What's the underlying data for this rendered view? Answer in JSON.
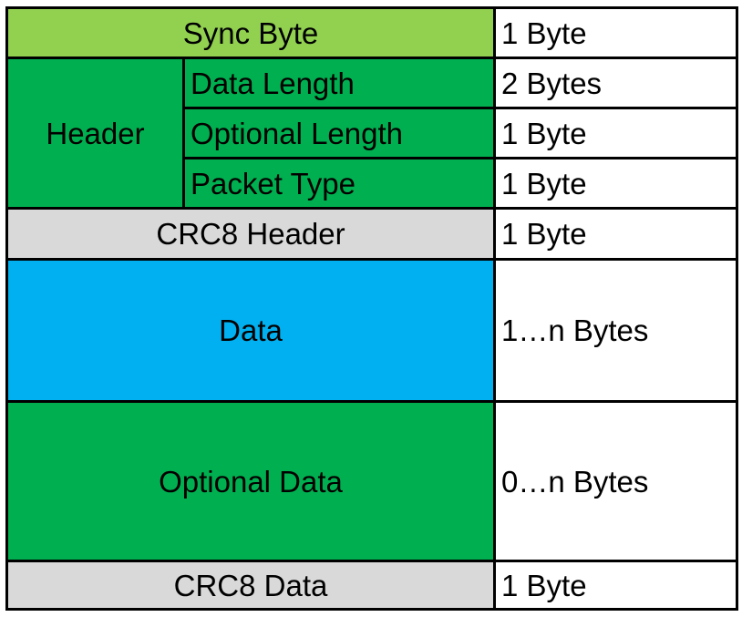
{
  "packet_structure": {
    "rows": [
      {
        "field": "Sync Byte",
        "size": "1 Byte",
        "fill": "#92d050"
      },
      {
        "group": "Header",
        "group_fill": "#00b050",
        "subfields": [
          {
            "field": "Data Length",
            "size": "2 Bytes",
            "fill": "#00b050"
          },
          {
            "field": "Optional Length",
            "size": "1 Byte",
            "fill": "#00b050"
          },
          {
            "field": "Packet Type",
            "size": "1 Byte",
            "fill": "#00b050"
          }
        ]
      },
      {
        "field": "CRC8 Header",
        "size": "1 Byte",
        "fill": "#d9d9d9"
      },
      {
        "field": "Data",
        "size": "1…n Bytes",
        "fill": "#00b0f0"
      },
      {
        "field": "Optional Data",
        "size": "0…n Bytes",
        "fill": "#00b050"
      },
      {
        "field": "CRC8 Data",
        "size": "1 Byte",
        "fill": "#d9d9d9"
      }
    ]
  }
}
